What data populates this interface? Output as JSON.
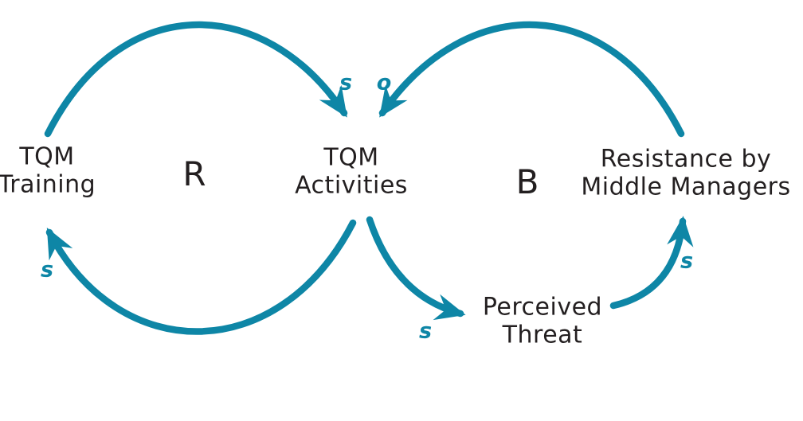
{
  "diagram": {
    "type": "causal-loop-diagram",
    "nodes": [
      {
        "id": "tqm-training",
        "lines": [
          "TQM",
          "Training"
        ]
      },
      {
        "id": "tqm-activities",
        "lines": [
          "TQM",
          "Activities"
        ]
      },
      {
        "id": "resistance",
        "lines": [
          "Resistance by",
          "Middle Managers"
        ]
      },
      {
        "id": "perceived-threat",
        "lines": [
          "Perceived",
          "Threat"
        ]
      }
    ],
    "loops": [
      {
        "id": "loop-left",
        "label": "R"
      },
      {
        "id": "loop-right",
        "label": "B"
      }
    ],
    "links": [
      {
        "from": "TQM Training",
        "to": "TQM Activities",
        "polarity": "s"
      },
      {
        "from": "Resistance by Middle Managers",
        "to": "TQM Activities",
        "polarity": "o"
      },
      {
        "from": "TQM Activities",
        "to": "TQM Training",
        "polarity": "s"
      },
      {
        "from": "TQM Activities",
        "to": "Perceived Threat",
        "polarity": "s"
      },
      {
        "from": "Perceived Threat",
        "to": "Resistance by Middle Managers",
        "polarity": "s"
      }
    ],
    "colors": {
      "arrow": "#0e86a6",
      "text": "#231f20",
      "background": "#ffffff"
    }
  }
}
